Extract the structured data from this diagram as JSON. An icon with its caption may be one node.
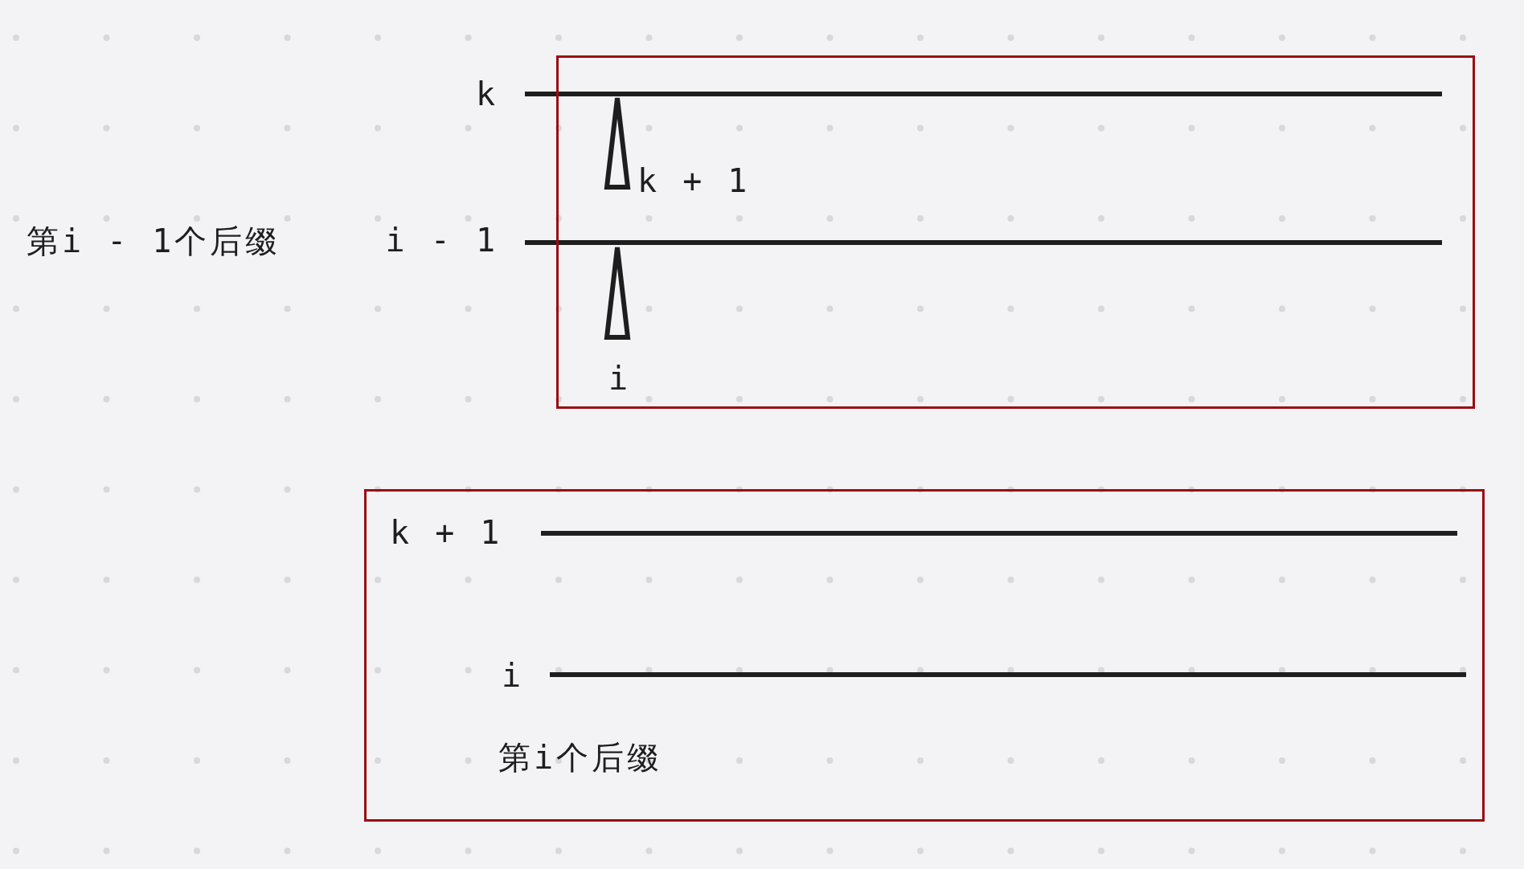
{
  "diagram": {
    "nodes": [
      {
        "text": [
          "k + 1",
          "i"
        ]
      },
      {
        "text": [
          "k + 1",
          "i",
          "第i个后缀"
        ]
      }
    ],
    "labels": [
      "k",
      "第i - 1个后缀",
      "i - 1"
    ]
  }
}
